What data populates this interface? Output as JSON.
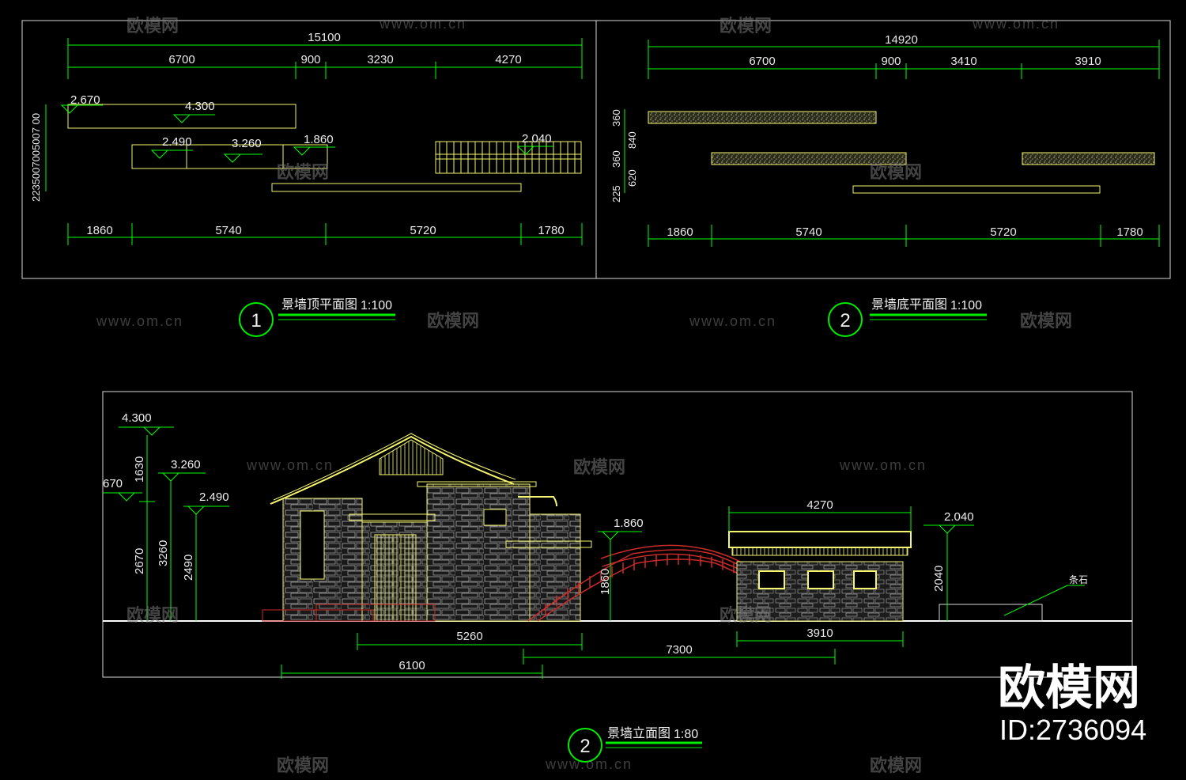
{
  "drawing1": {
    "number": "1",
    "title": "景墙顶平面图",
    "scale": "1:100",
    "top_total": "15100",
    "top_segments": [
      "6700",
      "900",
      "3230",
      "4270"
    ],
    "bottom_segments": [
      "1860",
      "5740",
      "5720",
      "1780"
    ],
    "left_dims": "2235007005007 00",
    "elevations": [
      "2.670",
      "4.300",
      "2.490",
      "3.260",
      "1.860",
      "2.040"
    ]
  },
  "drawing2": {
    "number": "2",
    "title": "景墙底平面图",
    "scale": "1:100",
    "top_total": "14920",
    "top_segments": [
      "6700",
      "900",
      "3410",
      "3910"
    ],
    "bottom_segments": [
      "1860",
      "5740",
      "5720",
      "1780"
    ],
    "left_dims": [
      "360",
      "840",
      "360",
      "620",
      "225"
    ]
  },
  "drawing3": {
    "number": "2",
    "title": "景墙立面图",
    "scale": "1:80",
    "levels": [
      "4.300",
      "3.260",
      "2.490",
      "670",
      "1.860",
      "2.040"
    ],
    "vert_dims": [
      "1630",
      "2670",
      "3260",
      "2490",
      "1860",
      "2040"
    ],
    "top_dim": "4270",
    "bottom_dims": [
      "5260",
      "3910",
      "7300",
      "6100"
    ],
    "callout": "条石"
  },
  "watermark": {
    "brand": "欧模网",
    "url": "www.om.cn",
    "id": "ID:2736094"
  },
  "colors": {
    "line": "#ffffff",
    "dim": "#00ff00",
    "wall": "#f5f56e",
    "red": "#cc2a2a",
    "circle": "#00ee00"
  }
}
